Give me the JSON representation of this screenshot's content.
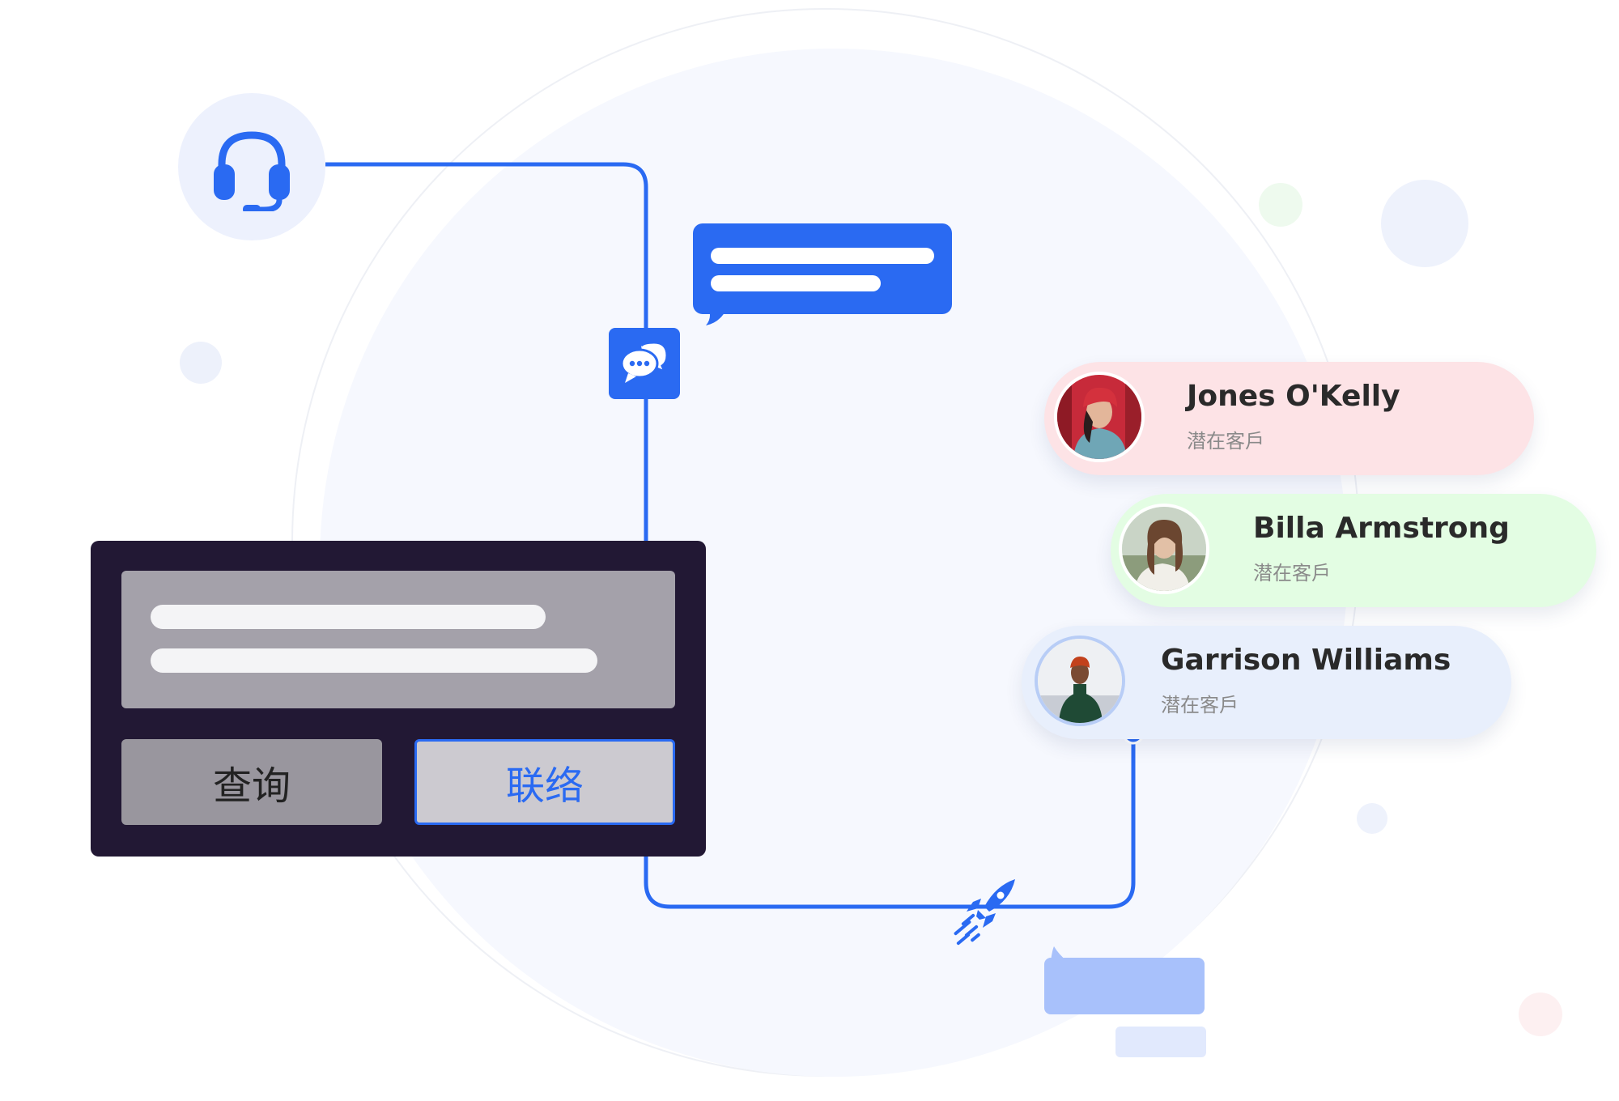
{
  "colors": {
    "accent": "#2a6af2",
    "panel_dark": "#221834",
    "card_pink": "#fde3e6",
    "card_green": "#e3fde3",
    "card_blue": "#e8effc"
  },
  "icons": {
    "support": "headset-icon",
    "chat": "chat-bubbles-icon",
    "launch": "rocket-icon"
  },
  "panel": {
    "query_button": "查询",
    "contact_button": "联络"
  },
  "contacts": [
    {
      "name": "Jones O'Kelly",
      "status": "潜在客戶"
    },
    {
      "name": "Billa Armstrong",
      "status": "潜在客戶"
    },
    {
      "name": "Garrison Williams",
      "status": "潜在客戶"
    }
  ]
}
